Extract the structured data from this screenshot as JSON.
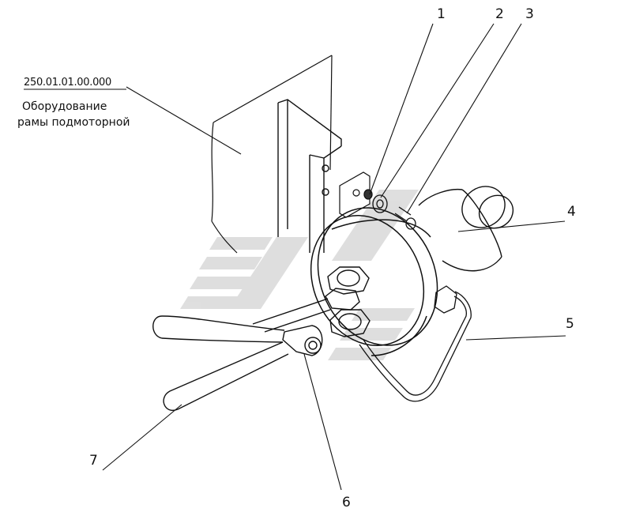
{
  "assembly": {
    "code": "250.01.01.00.000",
    "description_line1": "Оборудование",
    "description_line2": "рамы подмоторной"
  },
  "callouts": [
    {
      "number": "1"
    },
    {
      "number": "2"
    },
    {
      "number": "3"
    },
    {
      "number": "4"
    },
    {
      "number": "5"
    },
    {
      "number": "6"
    },
    {
      "number": "7"
    }
  ],
  "colors": {
    "line": "#111111",
    "watermark": "#d9d9d9"
  }
}
